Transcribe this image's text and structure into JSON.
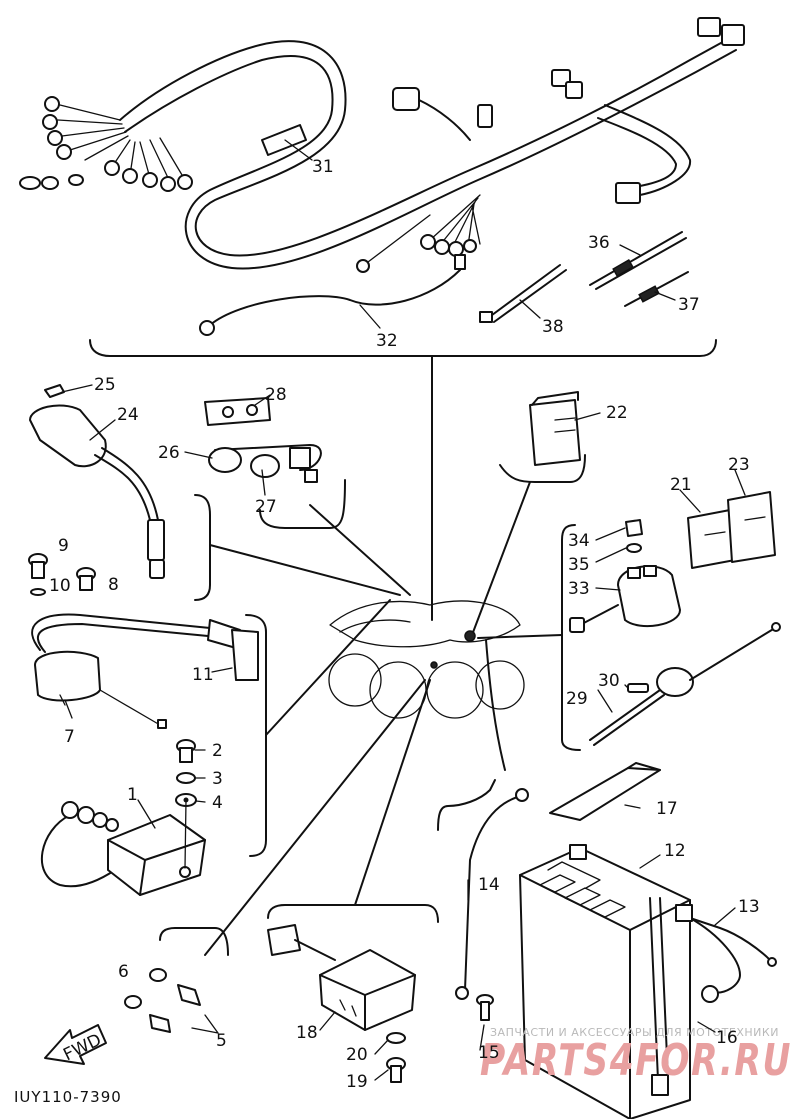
{
  "diagram": {
    "part_labels": [
      {
        "id": "1",
        "text": "1"
      },
      {
        "id": "2",
        "text": "2"
      },
      {
        "id": "3",
        "text": "3"
      },
      {
        "id": "4",
        "text": "4"
      },
      {
        "id": "5",
        "text": "5"
      },
      {
        "id": "6",
        "text": "6"
      },
      {
        "id": "7",
        "text": "7"
      },
      {
        "id": "8",
        "text": "8"
      },
      {
        "id": "9",
        "text": "9"
      },
      {
        "id": "10",
        "text": "10"
      },
      {
        "id": "11",
        "text": "11"
      },
      {
        "id": "12",
        "text": "12"
      },
      {
        "id": "13",
        "text": "13"
      },
      {
        "id": "14",
        "text": "14"
      },
      {
        "id": "15",
        "text": "15"
      },
      {
        "id": "16",
        "text": "16"
      },
      {
        "id": "17",
        "text": "17"
      },
      {
        "id": "18",
        "text": "18"
      },
      {
        "id": "19",
        "text": "19"
      },
      {
        "id": "20",
        "text": "20"
      },
      {
        "id": "21",
        "text": "21"
      },
      {
        "id": "22",
        "text": "22"
      },
      {
        "id": "23",
        "text": "23"
      },
      {
        "id": "24",
        "text": "24"
      },
      {
        "id": "25",
        "text": "25"
      },
      {
        "id": "26",
        "text": "26"
      },
      {
        "id": "27",
        "text": "27"
      },
      {
        "id": "28",
        "text": "28"
      },
      {
        "id": "29",
        "text": "29"
      },
      {
        "id": "30",
        "text": "30"
      },
      {
        "id": "31",
        "text": "31"
      },
      {
        "id": "32",
        "text": "32"
      },
      {
        "id": "33",
        "text": "33"
      },
      {
        "id": "34",
        "text": "34"
      },
      {
        "id": "35",
        "text": "35"
      },
      {
        "id": "36",
        "text": "36"
      },
      {
        "id": "37",
        "text": "37"
      },
      {
        "id": "38",
        "text": "38"
      }
    ],
    "fwd_label": "FWD",
    "drawing_code": "IUY110-7390",
    "watermark_line": "ЗАПЧАСТИ И АКСЕССУАРЫ ДЛЯ МОТОТЕХНИКИ",
    "watermark_logo": "PARTS4FOR.RU"
  }
}
